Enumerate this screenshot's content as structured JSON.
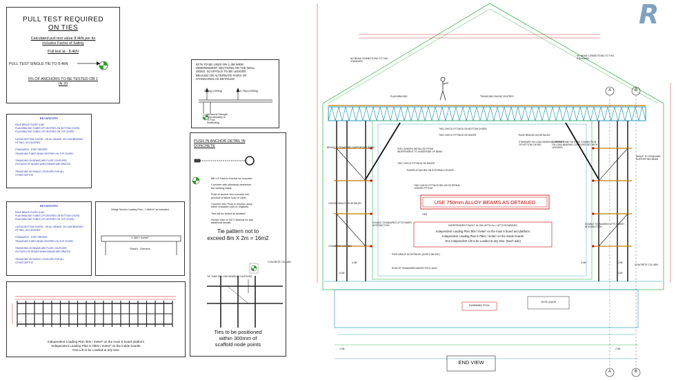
{
  "pull_test": {
    "title_line1": "PULL TEST REQUIRED",
    "title_line2": "ON TIES",
    "calc_line1": "Calculated pull test value 8.4kN per tie",
    "calc_line2": "includes Factor of Safety",
    "pull_test_at": "Pull test at - 8.4kN",
    "single_tie": "PULL TEST SINGLE TIE TO 8.4kN",
    "anchors_line1": "5% OF ANCHORS TO BE TESTED OR 1",
    "anchors_line2": "IN 20"
  },
  "beamwork_1": {
    "title": "BEAMWORK",
    "lines": [
      "RAKE BRACE EVERY 5.6M",
      "PLAN BRACING TUBES C/P CENTRES ON BOTTOM CHORD",
      "PLAN BRACING TUBES C/P CENTRES ON TOP CHORD",
      "",
      "LACING BOTTOM CHORD - ON ALL BEAMS, ON LOADBEARING",
      "FITTING, ON CENTRES",
      "",
      "STANDARDS - STEP ORDERS",
      "TRANSOMS TUBES BEAM CENTRES ON TOP CHORD",
      "",
      "TRANSOMS ON BEAMS ARE PLATE COUPLERS",
      "ON FACES OF BEAMS WHEN BEAMS ARE BRACED",
      "",
      "TRANSOMS ON SINGLE COUPLERS FOR ALL",
      "OTHER DEPTHS"
    ]
  },
  "beamwork_2": {
    "title": "BEAMWORK",
    "lines": [
      "RAKE BRACE EVERY 5.6M",
      "PLAN BRACING TUBES C/P CENTRES ON BOTTOM CHORD",
      "PLAN BRACING TUBES C/P CENTRES ON TOP CHORD",
      "",
      "LACING BOTTOM CHORD - ON ALL BEAMS, ON LOADBEARING",
      "FITTING, ON CENTRES",
      "",
      "STANDARDS - STEP ORDERS",
      "TRANSOMS TUBES BEAM CENTRES ON TOP CHORD",
      "",
      "TRANSOMS ON BEAMS ARE PLATE COUPLERS",
      "ON FACES OF BEAMS WHEN BEAMS ARE BRACED",
      "",
      "TRANSOMS ON SINGLE COUPLERS FOR ALL",
      "OTHER DEPTHS"
    ]
  },
  "bridge": {
    "title": "Bridge Section Loading Plan - 1.5kN/m² as indicated",
    "load": "1.5kN / meter²",
    "label": "Stretch - Overview"
  },
  "efts": {
    "text": [
      "EFTs  TO BE USED ON 1.3M WIDE",
      "INDEPENDENT SECTIONS ON THE WALL",
      "SIDES. SCAFFOLD TO BE LEDGER",
      "BRACED ON ALTERNATE PAIRS OF",
      "STANDARDS AS DETAILED"
    ],
    "load_left": "FL 3kg (1400kg)",
    "load_right": "6.75kg (1400kg)",
    "note_line1": "Structural Strength",
    "note_line2": "Approximately to",
    "note_line3": "'9' Foot",
    "note_line4": "Scaffolding"
  },
  "push_in": {
    "title_line1": "PUSH IN ANCHOR DETAIL IN",
    "title_line2": "CONCRETE",
    "text": [
      "M8 x 8 Push-in Anchor for concrete.",
      "",
      "Concrete with ultimately determine",
      "the working loads.",
      "",
      "Push-in anchor into concrete will",
      "produce a failure load of 15kN.",
      "",
      "Connect onto Push-in Anchor using",
      "either threaded rods or ringbolts.",
      "",
      "Ties will be tested as detailed.",
      "",
      "Please refer to HILTI Manual for any",
      "additional details."
    ],
    "tie_pattern_line1": "Tie pattern not to",
    "tie_pattern_line2": "exceed 8m X 2m = 16m2"
  },
  "tie_detail": {
    "coupler_label": "TIE TUBE ON LOAD BEARING COUPLERS",
    "column_label": "CONCRETE COLUMN",
    "note_line1": "Ties to be positioned",
    "note_line2": "within 300mm of",
    "note_line3": "scaffold node points"
  },
  "plan_view": {
    "caption_line1": "Independent Loading Plan 3kN / meter² on the main 5 board platform",
    "caption_line2": "Independent Loading Plan 0.75kN / meter² on the inside boards",
    "caption_line3": "One Lift to be Loaded at any time"
  },
  "elevation": {
    "beams_box": "USE 750mm ALLOY BEAMS AS DETAILED",
    "independent_title": "INDEPENDENT BUILT IN 2M LIFTS ALL LIFTS BOARDED",
    "independent_lines": [
      "Independent Loading Plan 3kN / meter² on the main 5 board and platform",
      "Independent Loading Plan 0.75kN / meter² on the inside boards",
      "One Independent Lift to be Loaded at any time. (Each side)"
    ],
    "swimming_pool": "SWIMMING POOL",
    "legs_leads": "LEGS LEADS",
    "end_view": "END VIEW",
    "grid_a": "A",
    "grid_b": "B",
    "notes": [
      "NO BEAM CONNECTIONS TO THIS STANDARD",
      "NO BEAM CONNECTIONS TO THIS STANDARD",
      "PLAN BRACING",
      "TRANSOMS ONLINE CENTRES",
      "TWO CHECK FITTINGS ON BOTTOM CHORD",
      "TWO CHECK FITTINGS ON RAKER",
      "RAKE BRACED AS DETAILED",
      "STANDARD ON LOAD BEARING COUPLER OF BOTTOM CHORD",
      "SUPPORT TUBE NO RAKE CONNECTION ON LOAD BEARING COUPLERS SET WITH LEDGERS",
      "EVEL RAKERS INSTALLED FROM INDEPENDENT TO UNDERSIDE OF BEAM",
      "TWO CHECK FITTINGS ON RAKER",
      "RAKER ATTACHED ON EXTERNAL LEDGER",
      "TWO CHECK FITTINGS BELOW EXTERNAL LEDGER FITTING",
      "BRACE TO STANDARD SUPPORTING BEAM",
      "BRACE TO STANDARD SUPPORTING BEAM",
      "LEDGER BRACE AS DETAILED",
      "DOUBLE STANDARDS LIFTS RAKER INTERSECTION",
      "DOUBLE STANDARDS LIFTS RAKER INTERSECTION",
      "TIES",
      "CONCRETE COLUMN",
      "CONCRETE COLUMN",
      "FACE BRACE AS DETAILED (EVERY 5th BAY)",
      "ROW OF STANDARDS ABOVE POOL WALL"
    ],
    "levels": [
      "6.0M",
      "6.0M",
      "4.0M",
      "4.0M",
      "4.0M",
      "2.0M",
      "2.0M"
    ]
  },
  "logo": "R"
}
